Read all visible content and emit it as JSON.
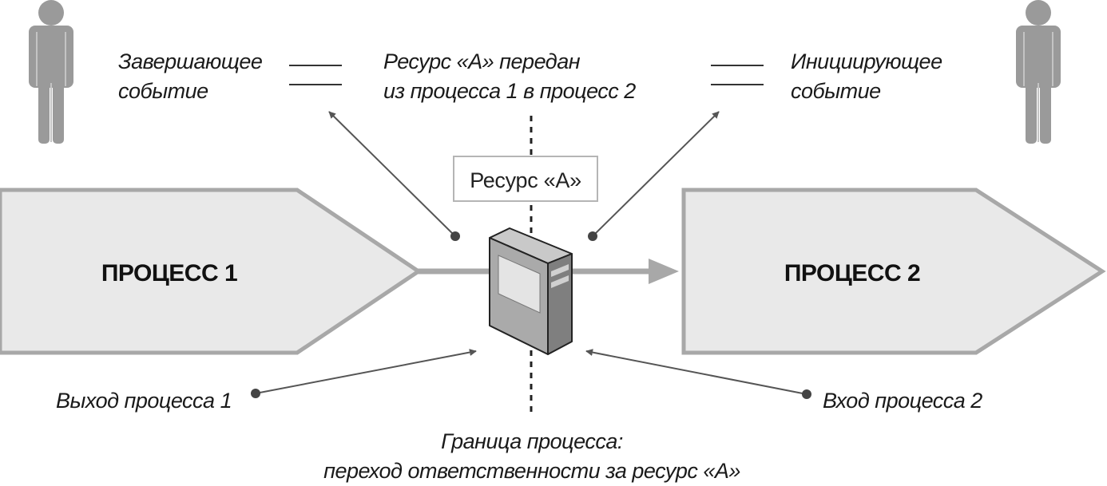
{
  "labels": {
    "terminating_line1": "Завершающее",
    "terminating_line2": "событие",
    "transfer_line1": "Ресурс «А» передан",
    "transfer_line2": "из процесса 1 в процесс 2",
    "initiating_line1": "Инициирующее",
    "initiating_line2": "событие",
    "resource_box": "Ресурс «А»",
    "process1": "ПРОЦЕСС 1",
    "process2": "ПРОЦЕСС 2",
    "output1": "Выход процесса 1",
    "input2": "Вход процесса 2",
    "boundary_line1": "Граница процесса:",
    "boundary_line2": "переход ответственности за ресурс «А»"
  },
  "icons": {
    "left_person": "person-icon",
    "right_person": "person-icon",
    "server": "server-icon"
  },
  "colors": {
    "person": "#9a9a9a",
    "process_fill": "#e9e9e9",
    "process_stroke": "#a8a8a8",
    "arrow": "#555555",
    "flow": "#a8a8a8",
    "server_front": "#aaaaaa",
    "server_side": "#7f7f7f",
    "server_top": "#c9c9c9"
  }
}
